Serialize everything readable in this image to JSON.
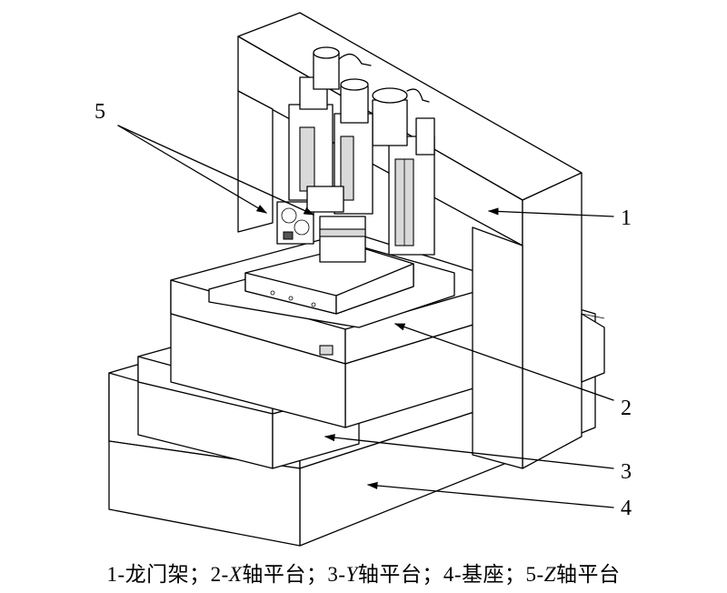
{
  "callouts": [
    {
      "id": "1",
      "text": "1"
    },
    {
      "id": "2",
      "text": "2"
    },
    {
      "id": "3",
      "text": "3"
    },
    {
      "id": "4",
      "text": "4"
    },
    {
      "id": "5",
      "text": "5"
    }
  ],
  "caption": {
    "items": [
      {
        "num": "1-",
        "name": "龙门架",
        "sep": "；"
      },
      {
        "num": "2-",
        "axis": "X",
        "name": "轴平台",
        "sep": "；"
      },
      {
        "num": "3-",
        "axis": "Y",
        "name": "轴平台",
        "sep": "；"
      },
      {
        "num": "4-",
        "name": "基座",
        "sep": "；"
      },
      {
        "num": "5-",
        "axis": "Z",
        "name": "轴平台",
        "sep": ""
      }
    ]
  }
}
